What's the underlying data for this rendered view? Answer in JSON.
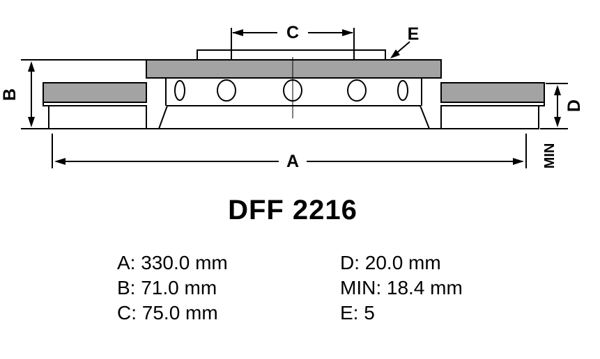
{
  "title": "DFF 2216",
  "drawing": {
    "labels": {
      "a": "A",
      "b": "B",
      "c": "C",
      "d": "D",
      "e": "E",
      "min": "MIN"
    }
  },
  "specs": {
    "left": [
      {
        "text": "A: 330.0 mm"
      },
      {
        "text": "B: 71.0 mm"
      },
      {
        "text": "C: 75.0 mm"
      }
    ],
    "right": [
      {
        "text": "D: 20.0 mm"
      },
      {
        "text": "MIN: 18.4 mm"
      },
      {
        "text": "E: 5"
      }
    ]
  },
  "colors": {
    "metal": "#a3a3a3",
    "line": "#000000",
    "background": "#ffffff"
  }
}
